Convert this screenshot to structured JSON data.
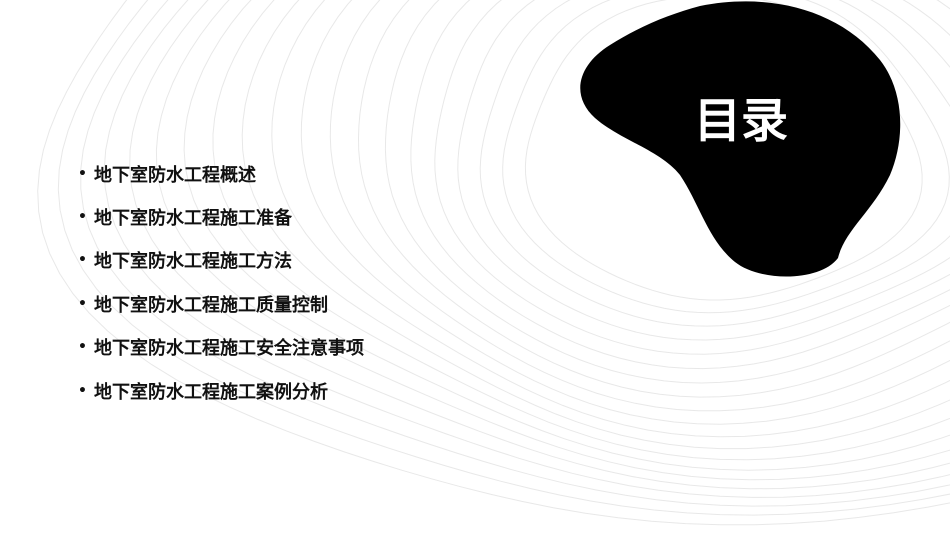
{
  "slide": {
    "title": "目录",
    "background_color": "#ffffff",
    "blob_color": "#000000",
    "contour_line_color": "#e6e6e6",
    "toc": {
      "bullet": "•",
      "items": [
        {
          "label": "地下室防水工程概述"
        },
        {
          "label": "地下室防水工程施工准备"
        },
        {
          "label": "地下室防水工程施工方法"
        },
        {
          "label": "地下室防水工程施工质量控制"
        },
        {
          "label": "地下室防水工程施工安全注意事项"
        },
        {
          "label": "地下室防水工程施工案例分析"
        }
      ]
    }
  }
}
